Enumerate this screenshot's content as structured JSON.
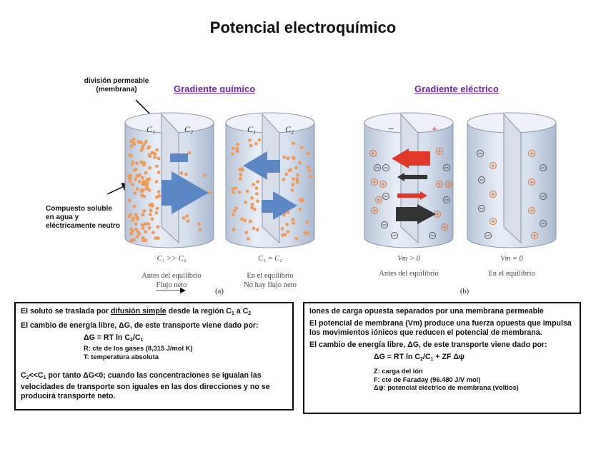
{
  "title": "Potencial electroquímico",
  "chemical": {
    "heading": "Gradiente químico",
    "annotation_membrane": [
      "división permeable",
      "(membrana)"
    ],
    "annotation_solute": [
      "Compuesto soluble",
      "en agua y",
      "eléctricamente neutro"
    ],
    "left_cylinder": {
      "label_left": "C₁",
      "label_right": "C₂",
      "condition": "C₁ >> C₂",
      "caption_line1": "Antes del equilibrio",
      "caption_line2": "Flujo neto"
    },
    "right_cylinder": {
      "label_left": "C₁",
      "label_right": "C₂",
      "condition": "C₁ = C₂",
      "caption_line1": "En el equilibrio",
      "caption_line2": "No hay flujo neto"
    },
    "panel_letter": "(a)"
  },
  "electrical": {
    "heading": "Gradiente eléctrico",
    "left_cylinder": {
      "sign_left": "−",
      "sign_right": "+",
      "condition": "Vm > 0",
      "caption": "Antes del equilibrio"
    },
    "right_cylinder": {
      "condition": "Vm = 0",
      "caption": "En el equilibrio"
    },
    "panel_letter": "(b)"
  },
  "box_left": {
    "line1_a": "El soluto se traslada por ",
    "line1_b": "difusión simple",
    "line1_c": " desde la región C",
    "line1_sub1": "1",
    "line1_d": " a C",
    "line1_sub2": "2",
    "line2": "El cambio de energía libre, ΔG, de este transporte viene dado por:",
    "eq_a": "ΔG = RT ln C",
    "eq_sub2": "2",
    "eq_b": "/C",
    "eq_sub1": "1",
    "def_r": "R: cte de los gases (8,315 J/mol K)",
    "def_t": "T: temperatura absoluta",
    "conclusion_a": "C",
    "conclusion_sub2": "2",
    "conclusion_b": "<<C",
    "conclusion_sub1": "1",
    "conclusion_c": "  por tanto ΔG<0; cuando las concentraciones se igualan las velocidades de transporte son iguales en las dos direcciones y no se producirá transporte neto."
  },
  "box_right": {
    "line1": "Iones de carga opuesta separados por una membrana permeable",
    "line2": "El potencial de membrana (Vm) produce una fuerza opuesta que impulsa los movimientos iónicos que reducen el potencial de membrana.",
    "line3": "El cambio de energía libre, ΔG, de este transporte viene dado por:",
    "eq_a": "ΔG = RT ln C",
    "eq_sub2": "2",
    "eq_b": "/C",
    "eq_sub1": "1",
    "eq_c": "  + ZF Δψ",
    "def_z": "Z: carga del ión",
    "def_f": "F: cte de Faraday (96.480 J/V mol)",
    "def_psi": "Δψ: potencial eléctrico de membrana (voltios)"
  }
}
